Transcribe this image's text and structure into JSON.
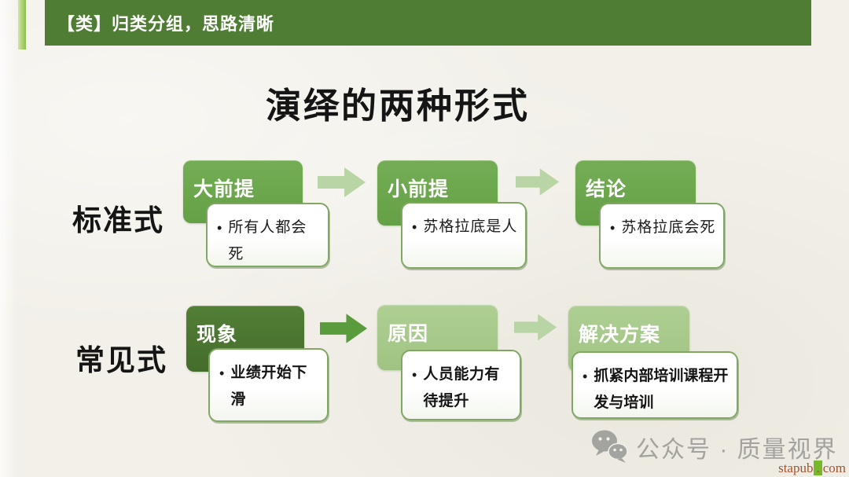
{
  "header": {
    "bar_label": "【类】归类分组，思路清晰"
  },
  "title": "演绎的两种形式",
  "bullet": "•",
  "rows": [
    {
      "label": "标准式",
      "steps": [
        {
          "header": "大前提",
          "body": "所有人都会死"
        },
        {
          "header": "小前提",
          "body": "苏格拉底是人"
        },
        {
          "header": "结论",
          "body": "苏格拉底会死"
        }
      ]
    },
    {
      "label": "常见式",
      "steps": [
        {
          "header": "现象",
          "body": "业绩开始下滑"
        },
        {
          "header": "原因",
          "body": "人员能力有待提升"
        },
        {
          "header": "解决方案",
          "body": "抓紧内部培训课程开发与培训"
        }
      ]
    }
  ],
  "watermark": {
    "icon": "wechat-icon",
    "text": "公众号 · 质量视界"
  },
  "footer": {
    "site_pre": "stapub",
    "site_dot": ".",
    "site_post": "com"
  },
  "colors": {
    "header_bar": "#4f7d33",
    "accent_stripe": "#8fbf4e",
    "step_green_medium": "#6ba44d",
    "step_green_dark": "#4a7530",
    "step_green_sage": "#a7c98c",
    "arrow_light": "#b9d4a5",
    "arrow_medium": "#5a9c3d",
    "card_border": "#80a763",
    "background": "#f2f0e9",
    "watermark_gray": "#a3a29e",
    "footer_link": "#a5512c",
    "footer_highlight": "#76b82a"
  }
}
